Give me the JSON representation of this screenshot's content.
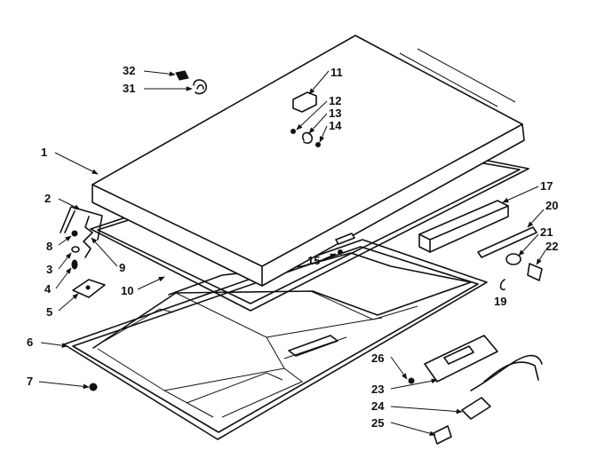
{
  "labels": {
    "l1": "1",
    "l2": "2",
    "l3": "3",
    "l4": "4",
    "l5": "5",
    "l6": "6",
    "l7": "7",
    "l8": "8",
    "l9": "9",
    "l10": "10",
    "l11": "11",
    "l12": "12",
    "l13": "13",
    "l14": "14",
    "l15": "15",
    "l17": "17",
    "l19": "19",
    "l20": "20",
    "l21": "21",
    "l22": "22",
    "l23": "23",
    "l24": "24",
    "l25": "25",
    "l26": "26",
    "l31": "31",
    "l32": "32"
  }
}
